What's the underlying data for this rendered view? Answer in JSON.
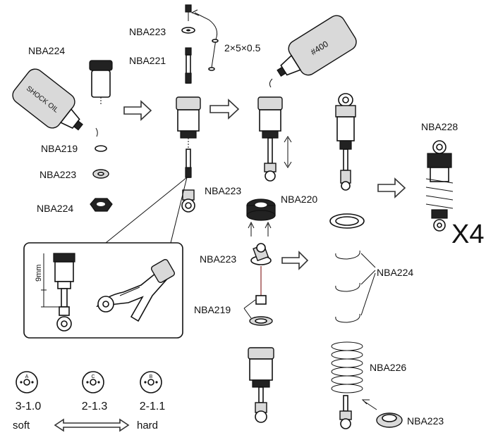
{
  "labels": {
    "nba224_top": "NBA224",
    "nba219_left": "NBA219",
    "nba223_left": "NBA223",
    "nba224_left": "NBA224",
    "nba223_top": "NBA223",
    "nba221": "NBA221",
    "washer_spec": "2×5×0.5",
    "nba223_mid": "NBA223",
    "nba220": "NBA220",
    "nba223_center": "NBA223",
    "nba219_center": "NBA219",
    "nba224_right": "NBA224",
    "nba226": "NBA226",
    "nba223_bottom": "NBA223",
    "nba228": "NBA228",
    "quantity": "X4",
    "shock_oil_bottle": "SHOCK OIL",
    "oil_grade_bottle": "#400",
    "rod_length": "9mm"
  },
  "pistons": [
    {
      "letter": "A",
      "code": "3-1.0"
    },
    {
      "letter": "C",
      "code": "2-1.3"
    },
    {
      "letter": "B",
      "code": "2-1.1"
    }
  ],
  "stiffness": {
    "soft": "soft",
    "hard": "hard"
  }
}
